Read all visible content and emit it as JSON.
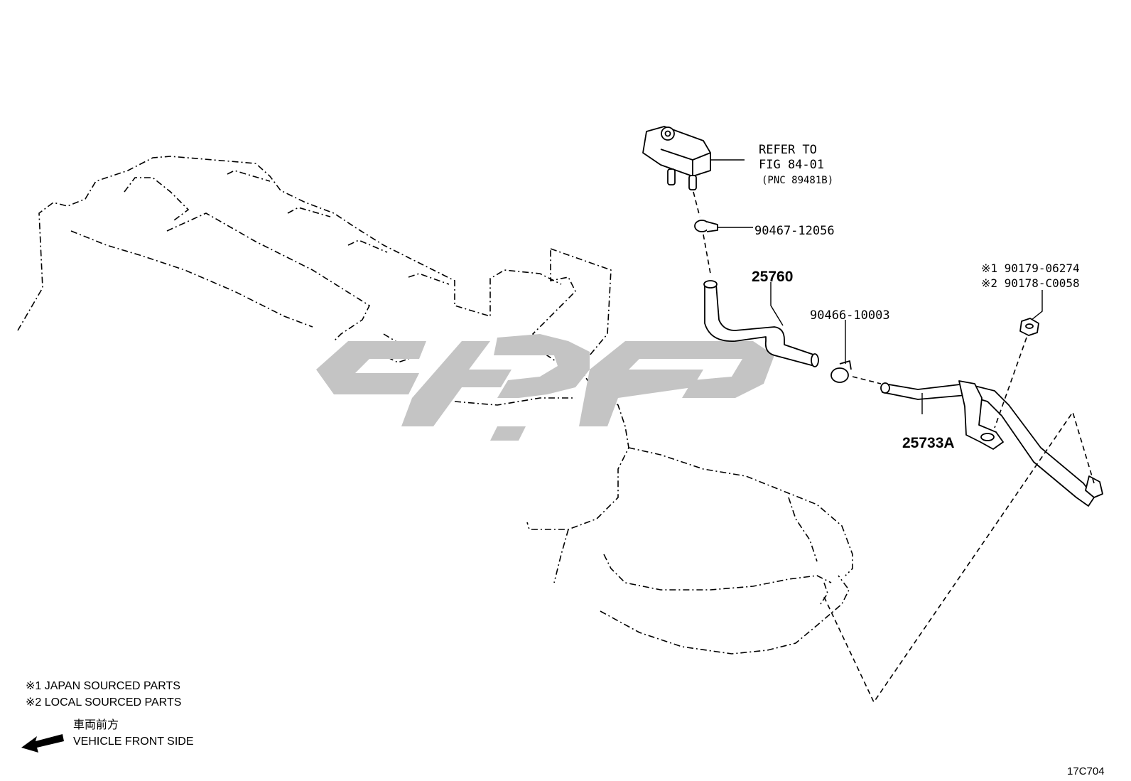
{
  "callouts": {
    "refer_line1": "REFER TO",
    "refer_line2": "FIG 84-01",
    "refer_line3": "(PNC 89481B)",
    "part_90467": "90467-12056",
    "part_25760": "25760",
    "part_90466": "90466-10003",
    "part_90179": "※1 90179-06274",
    "part_90178": "※2 90178-C0058",
    "part_25733A": "25733A"
  },
  "legend": {
    "note1": "※1 JAPAN SOURCED PARTS",
    "note2": "※2 LOCAL SOURCED PARTS",
    "front_jp": "車両前方",
    "front_en": "VEHICLE FRONT SIDE",
    "arrow_icon": "arrow-left-icon"
  },
  "figure_code": "17C704",
  "colors": {
    "line": "#000000",
    "watermark": "#c4c4c4",
    "background": "#ffffff"
  }
}
